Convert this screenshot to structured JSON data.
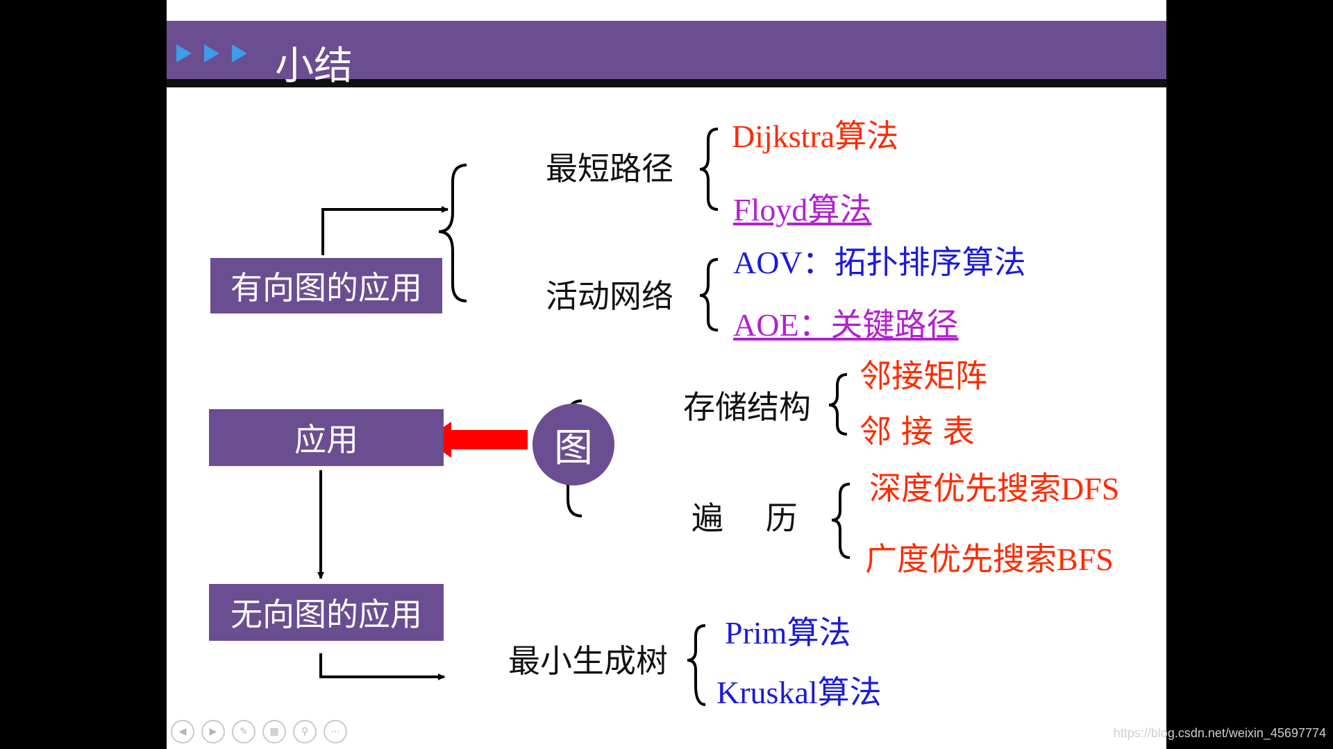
{
  "header": {
    "title": "小结"
  },
  "boxes": {
    "directed": "有向图的应用",
    "application": "应用",
    "undirected": "无向图的应用"
  },
  "center": {
    "label": "图"
  },
  "categories": {
    "shortest_path": "最短路径",
    "activity_network": "活动网络",
    "storage": "存储结构",
    "traversal": "遍 历",
    "mst": "最小生成树"
  },
  "leaves": {
    "dijkstra": "Dijkstra算法",
    "floyd": "Floyd算法",
    "aov": "AOV：拓扑排序算法",
    "aoe": "AOE：关键路径",
    "adj_matrix": "邻接矩阵",
    "adj_list": "邻接表",
    "dfs": "深度优先搜索DFS",
    "bfs": "广度优先搜索BFS",
    "prim": "Prim算法",
    "kruskal": "Kruskal算法"
  },
  "colors": {
    "header": "#6b4e91",
    "box": "#6b4e91",
    "red_text": "#ff2a00",
    "link_magenta": "#b31fd1",
    "blue_text": "#1a1adb",
    "arrow_red": "#ff0000",
    "triangle": "#3a9ee8"
  },
  "icons": {
    "header_markers": "play-triangle-icon",
    "toolbar": [
      "prev-icon",
      "next-icon",
      "pen-icon",
      "slides-icon",
      "zoom-icon",
      "more-icon"
    ]
  },
  "watermark": "https://blog.csdn.net/weixin_45697774"
}
